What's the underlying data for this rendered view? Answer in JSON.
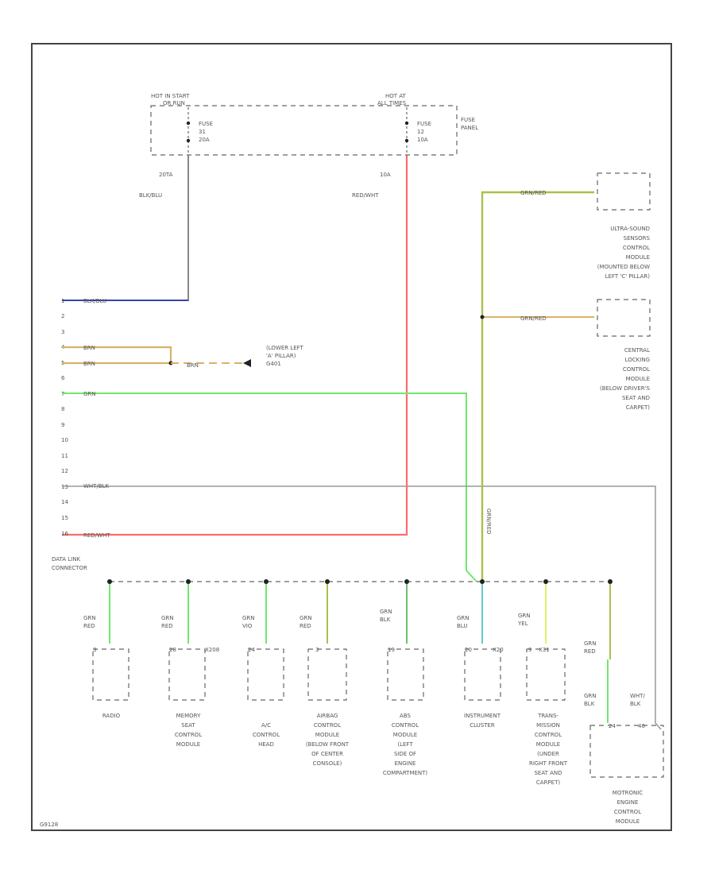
{
  "fuse_panel": {
    "hot_start_label": [
      "HOT IN START",
      "OR RUN"
    ],
    "hot_all_label": [
      "HOT AT",
      "ALL TIMES"
    ],
    "fuse_a": [
      "FUSE",
      "31",
      "20A"
    ],
    "fuse_b": [
      "FUSE",
      "12",
      "10A"
    ],
    "panel_label": [
      "FUSE",
      "PANEL"
    ],
    "amp_a": "20TA",
    "amp_b": "10A",
    "wire_a_label": "BLK/BLU",
    "wire_b_label": "RED/WHT"
  },
  "connector": {
    "pins": [
      "1",
      "2",
      "3",
      "4",
      "5",
      "6",
      "7",
      "8",
      "9",
      "10",
      "11",
      "12",
      "13",
      "14",
      "15",
      "16"
    ],
    "wire_labels": {
      "pin1": "BLK/BLU",
      "pin4": "BRN",
      "pin5": "BRN",
      "pin7": "GRN",
      "pin13": "WHT/BLK",
      "pin16": "RED/WHT"
    },
    "ground_wire": "BRN",
    "ground_label": [
      "(LOWER LEFT",
      "'A' PILLAR)",
      "G401"
    ],
    "name": [
      "DATA LINK",
      "CONNECTOR"
    ]
  },
  "right_modules": {
    "wire_label_1": "GRN/RED",
    "wire_label_2": "GRN/RED",
    "module_1": [
      "ULTRA-SOUND",
      "SENSORS",
      "CONTROL",
      "MODULE",
      "(MOUNTED BELOW",
      "LEFT 'C' PILLAR)"
    ],
    "module_2": [
      "CENTRAL",
      "LOCKING",
      "CONTROL",
      "MODULE",
      "(BELOW DRIVER'S",
      "SEAT AND",
      "CARPET)"
    ],
    "vertical_label": "GRN/RED"
  },
  "bottom_modules": [
    {
      "wire": [
        "GRN",
        "RED"
      ],
      "pin": "3",
      "label": [
        "RADIO"
      ]
    },
    {
      "wire": [
        "GRN",
        "RED"
      ],
      "pin": "28",
      "extra": "X208",
      "label": [
        "MEMORY",
        "SEAT",
        "CONTROL",
        "MODULE"
      ]
    },
    {
      "wire": [
        "GRN",
        "VIO"
      ],
      "pin": "24",
      "label": [
        "A/C",
        "CONTROL",
        "HEAD"
      ]
    },
    {
      "wire": [
        "GRN",
        "RED"
      ],
      "pin": "3",
      "label": [
        "AIRBAG",
        "CONTROL",
        "MODULE",
        "(BELOW FRONT",
        "OF CENTER",
        "CONSOLE)"
      ]
    },
    {
      "wire": [
        "GRN",
        "BLK"
      ],
      "pin": "19",
      "label": [
        "ABS",
        "CONTROL",
        "MODULE",
        "(LEFT",
        "SIDE OF",
        "ENGINE",
        "COMPARTMENT)"
      ]
    },
    {
      "wire": [
        "GRN",
        "BLU"
      ],
      "pin": "20",
      "extra": "X20",
      "label": [
        "INSTRUMENT",
        "CLUSTER"
      ]
    },
    {
      "wire": [
        "GRN",
        "YEL"
      ],
      "pin": "9",
      "extra": "X31",
      "label": [
        "TRANS-",
        "MISSION",
        "CONTROL",
        "MODULE",
        "(UNDER",
        "RIGHT FRONT",
        "SEAT AND",
        "CARPET)"
      ]
    },
    {
      "wire": [
        "GRN",
        "RED"
      ],
      "wire2": [
        "GRN",
        "BLK"
      ],
      "wire3": [
        "WHT/",
        "BLK"
      ],
      "pin": "24",
      "extra": "40",
      "label": [
        "MOTRONIC",
        "ENGINE",
        "CONTROL",
        "MODULE"
      ]
    }
  ],
  "footer_code": "G9128",
  "colors": {
    "blk_blu": "#3344aa",
    "red_wht": "#ff6b6b",
    "brn": "#d9b26a",
    "grn": "#6fe86f",
    "grn_red": "#a7c24a",
    "gray": "#888888"
  }
}
